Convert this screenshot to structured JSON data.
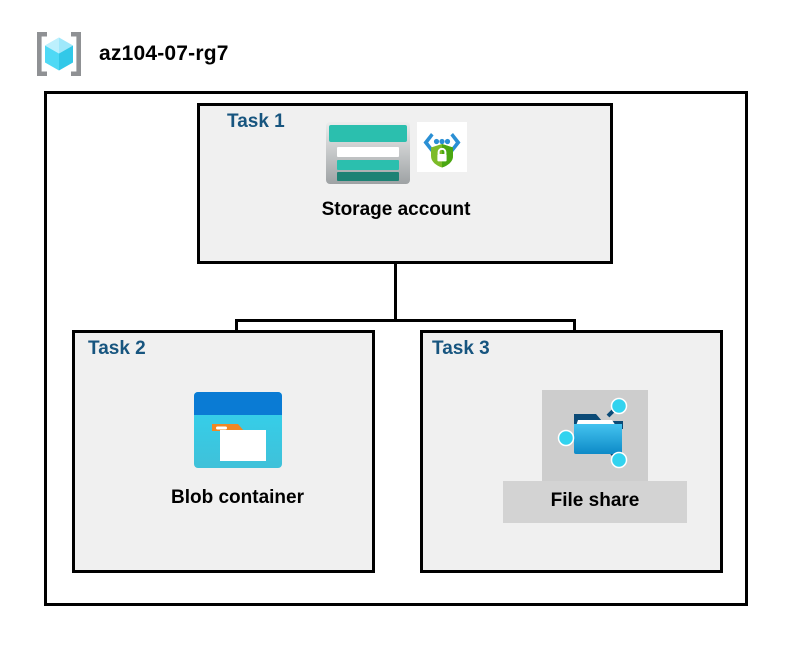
{
  "header": {
    "icon_name": "resource-group-icon",
    "title": "az104-07-rg7"
  },
  "diagram": {
    "type": "azure-architecture-diagram",
    "container_label": "az104-07-rg7",
    "colors": {
      "task_label": "#17557F",
      "box_border": "#000000",
      "box_fill": "#f0f0f0",
      "outer_fill": "#ffffff",
      "storage_teal": "#2bbfae",
      "storage_teal_dark": "#1d8274",
      "blob_blue": "#0a7bd4",
      "blob_cyan": "#32d3ef",
      "blob_orange": "#f08724",
      "fileshare_blue": "#2aabe4",
      "shield_green": "#4aa712",
      "bracket_gray": "#8f9194",
      "cube_cyan": "#32d3ef",
      "highlight_gray": "#cdcdcd"
    }
  },
  "tasks": [
    {
      "label": "Task 1",
      "node": {
        "caption": "Storage account",
        "icons": [
          "storage-account-icon",
          "secure-transfer-shield-icon"
        ]
      }
    },
    {
      "label": "Task 2",
      "node": {
        "caption": "Blob container",
        "icons": [
          "blob-container-icon"
        ]
      }
    },
    {
      "label": "Task 3",
      "node": {
        "caption": "File share",
        "icons": [
          "file-share-icon"
        ]
      }
    }
  ],
  "connectors": [
    {
      "name": "storage-to-bus",
      "from": "Task 1",
      "to": "branch-bus"
    },
    {
      "name": "bus-to-blob",
      "from": "branch-bus",
      "to": "Task 2"
    },
    {
      "name": "bus-to-fileshare",
      "from": "branch-bus",
      "to": "Task 3"
    }
  ]
}
